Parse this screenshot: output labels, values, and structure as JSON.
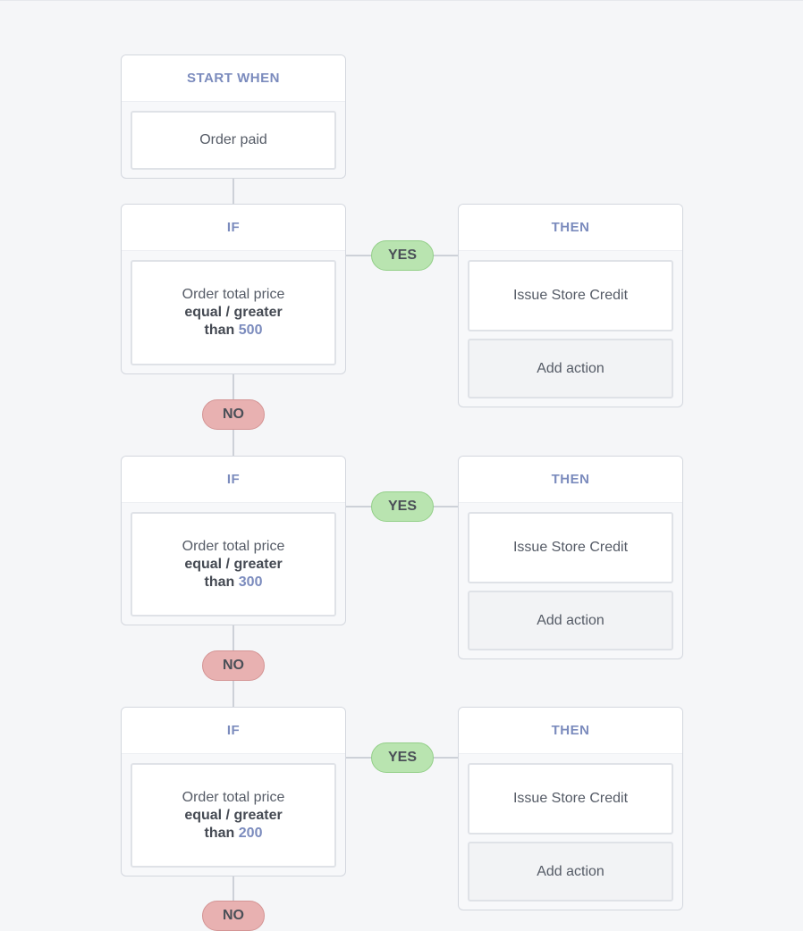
{
  "start": {
    "header": "START WHEN",
    "trigger": "Order paid"
  },
  "rules": [
    {
      "if_header": "IF",
      "condition_prefix": "Order total price",
      "condition_op": "equal / greater",
      "condition_than": "than",
      "condition_value": "500",
      "yes_label": "YES",
      "then_header": "THEN",
      "action": "Issue Store Credit",
      "add_action": "Add action",
      "no_label": "NO"
    },
    {
      "if_header": "IF",
      "condition_prefix": "Order total price",
      "condition_op": "equal / greater",
      "condition_than": "than",
      "condition_value": "300",
      "yes_label": "YES",
      "then_header": "THEN",
      "action": "Issue Store Credit",
      "add_action": "Add action",
      "no_label": "NO"
    },
    {
      "if_header": "IF",
      "condition_prefix": "Order total price",
      "condition_op": "equal / greater",
      "condition_than": "than",
      "condition_value": "200",
      "yes_label": "YES",
      "then_header": "THEN",
      "action": "Issue Store Credit",
      "add_action": "Add action",
      "no_label": "NO"
    }
  ]
}
